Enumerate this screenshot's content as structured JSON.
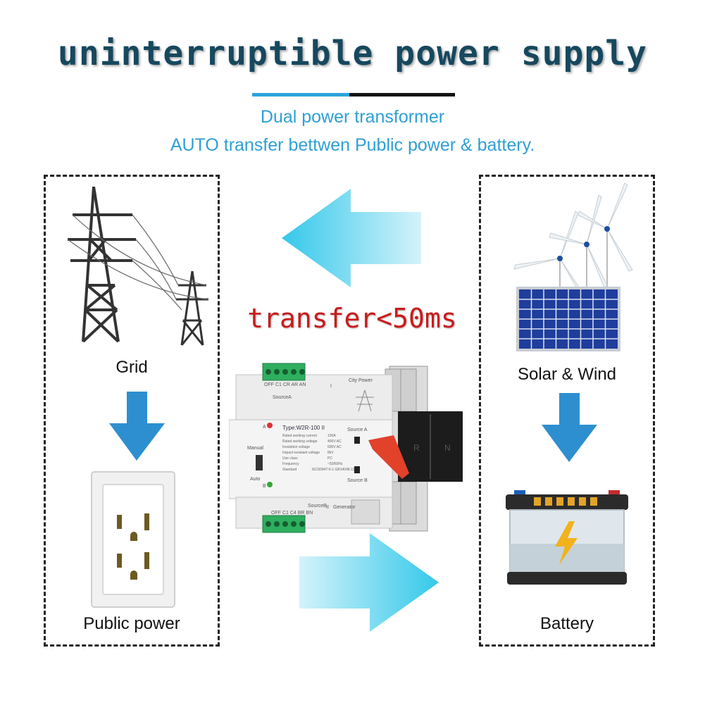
{
  "title": "uninterruptible power supply",
  "subtitle_1": "Dual power transformer",
  "subtitle_2": "AUTO transfer bettwen  Public power & battery.",
  "transfer_text": "transfer<50ms",
  "left_panel": {
    "top_label": "Grid",
    "bottom_label": "Public power"
  },
  "right_panel": {
    "top_label": "Solar & Wind",
    "bottom_label": "Battery"
  },
  "device": {
    "model": "Type:W2R-100 II",
    "source_a_name": "City Power",
    "source_b_name": "Generator",
    "source_a": "Source A",
    "source_b": "Source B",
    "source_a_terminal": "SourceA",
    "source_b_terminal": "SourceB",
    "terminals_a": "OFF C1 CR AR AN",
    "terminals_b": "OFF C1 C4 BR BN",
    "mark_1": "I",
    "mark_2": "II",
    "switch_manual": "Manual",
    "switch_auto": "Auto",
    "indicator_a": "A",
    "indicator_b": "B",
    "phase_r": "R",
    "phase_n": "N",
    "specs": [
      "Rated working current",
      "Rated working voltage",
      "Insulation voltage",
      "Impact-resistant voltage",
      "Use class",
      "Frequency",
      "Standard"
    ],
    "spec_values": [
      "100A",
      "400V AC",
      "690V AC",
      "8kV",
      "PC",
      "~50/60Hz",
      "IEC60947-6-1 GB14048.11"
    ]
  },
  "colors": {
    "title": "#16485e",
    "subtitle": "#2f9fd6",
    "transfer": "#c81c1c",
    "arrow": "#5fd3ef",
    "down_arrow": "#2d8fd0"
  }
}
